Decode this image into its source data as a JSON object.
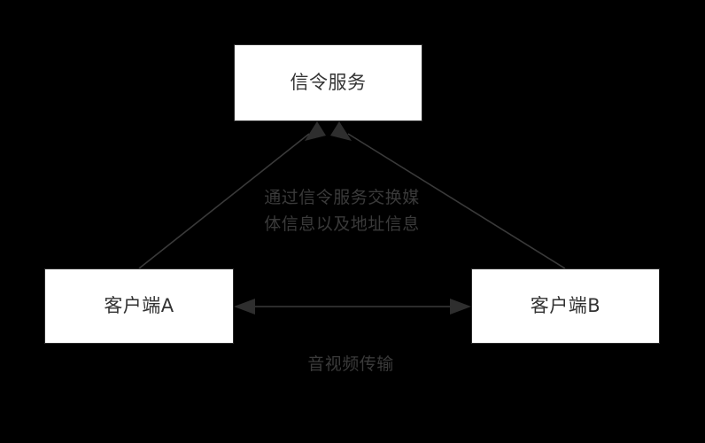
{
  "diagram": {
    "title_text_color": "#333333",
    "label_text_color": "#3a3a3a",
    "background_color": "#000000",
    "node_fill_color": "#ffffff",
    "node_border_color": "#2b2b2b",
    "edge_stroke_color": "#3a3a3a",
    "nodes": [
      {
        "id": "signaling",
        "label": "信令服务"
      },
      {
        "id": "client_a",
        "label": "客户端A"
      },
      {
        "id": "client_b",
        "label": "客户端B"
      }
    ],
    "edges": [
      {
        "id": "client_a_to_signaling",
        "from": "client_a",
        "to": "signaling",
        "direction": "one-way",
        "arrowheads": "end"
      },
      {
        "id": "client_b_to_signaling",
        "from": "client_b",
        "to": "signaling",
        "direction": "one-way",
        "arrowheads": "end"
      },
      {
        "id": "client_a_to_client_b",
        "from": "client_a",
        "to": "client_b",
        "direction": "two-way",
        "arrowheads": "both"
      }
    ],
    "labels": {
      "signaling_exchange": "通过信令服务交换媒\n体信息以及地址信息",
      "media_transport": "音视频传输"
    }
  }
}
